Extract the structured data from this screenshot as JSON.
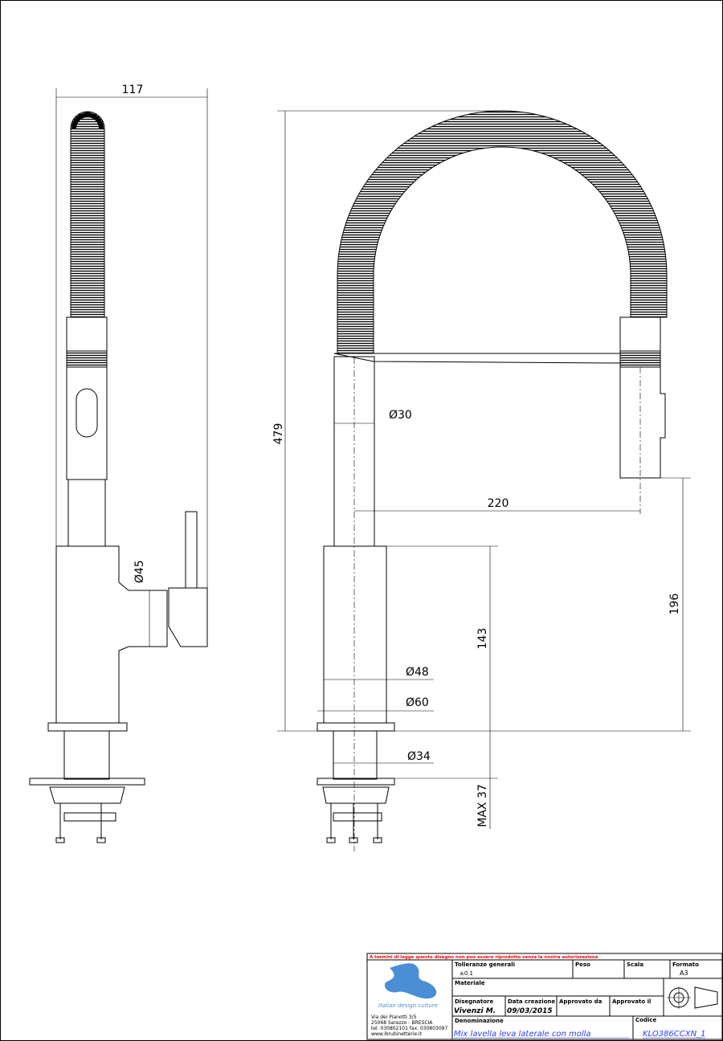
{
  "dimensions": {
    "width_117": "117",
    "height_479": "479",
    "dia_30": "Ø30",
    "reach_220": "220",
    "height_196": "196",
    "height_143": "143",
    "dia_48": "Ø48",
    "dia_60": "Ø60",
    "dia_34": "Ø34",
    "max_37": "MAX 37",
    "dia_45": "Ø45"
  },
  "title_block": {
    "notice": "A termini di legge questo disegno non può essere riprodotto senza la nostra autorizzazione",
    "logo_tagline": "Italian design culture",
    "address": [
      "Via dei Pianotti 3/5",
      "25068 Sarezzo - BRESCIA",
      "tel. 030802101 fax. 030803097",
      "www.ibrubinetterie.it"
    ],
    "tolleranze_label": "Tolleranze generali",
    "tolleranze_value": "±0.1",
    "peso_label": "Peso",
    "scala_label": "Scala",
    "formato_label": "Formato",
    "formato_value": "A3",
    "materiale_label": "Materiale",
    "disegnatore_label": "Disegnatore",
    "disegnatore_value": "Vivenzi M.",
    "data_label": "Data creazione",
    "data_value": "09/03/2015",
    "approvato_da_label": "Approvato da",
    "approvato_il_label": "Approvato il",
    "denominazione_label": "Denominazione",
    "denominazione_value": "Mix lavella leva laterale con molla",
    "codice_label": "Codice",
    "codice_value": "KLO386CCXN_1"
  },
  "colors": {
    "notice": "#ff0000",
    "logo": "#4a8fd6",
    "link_text": "#2b3cff"
  }
}
